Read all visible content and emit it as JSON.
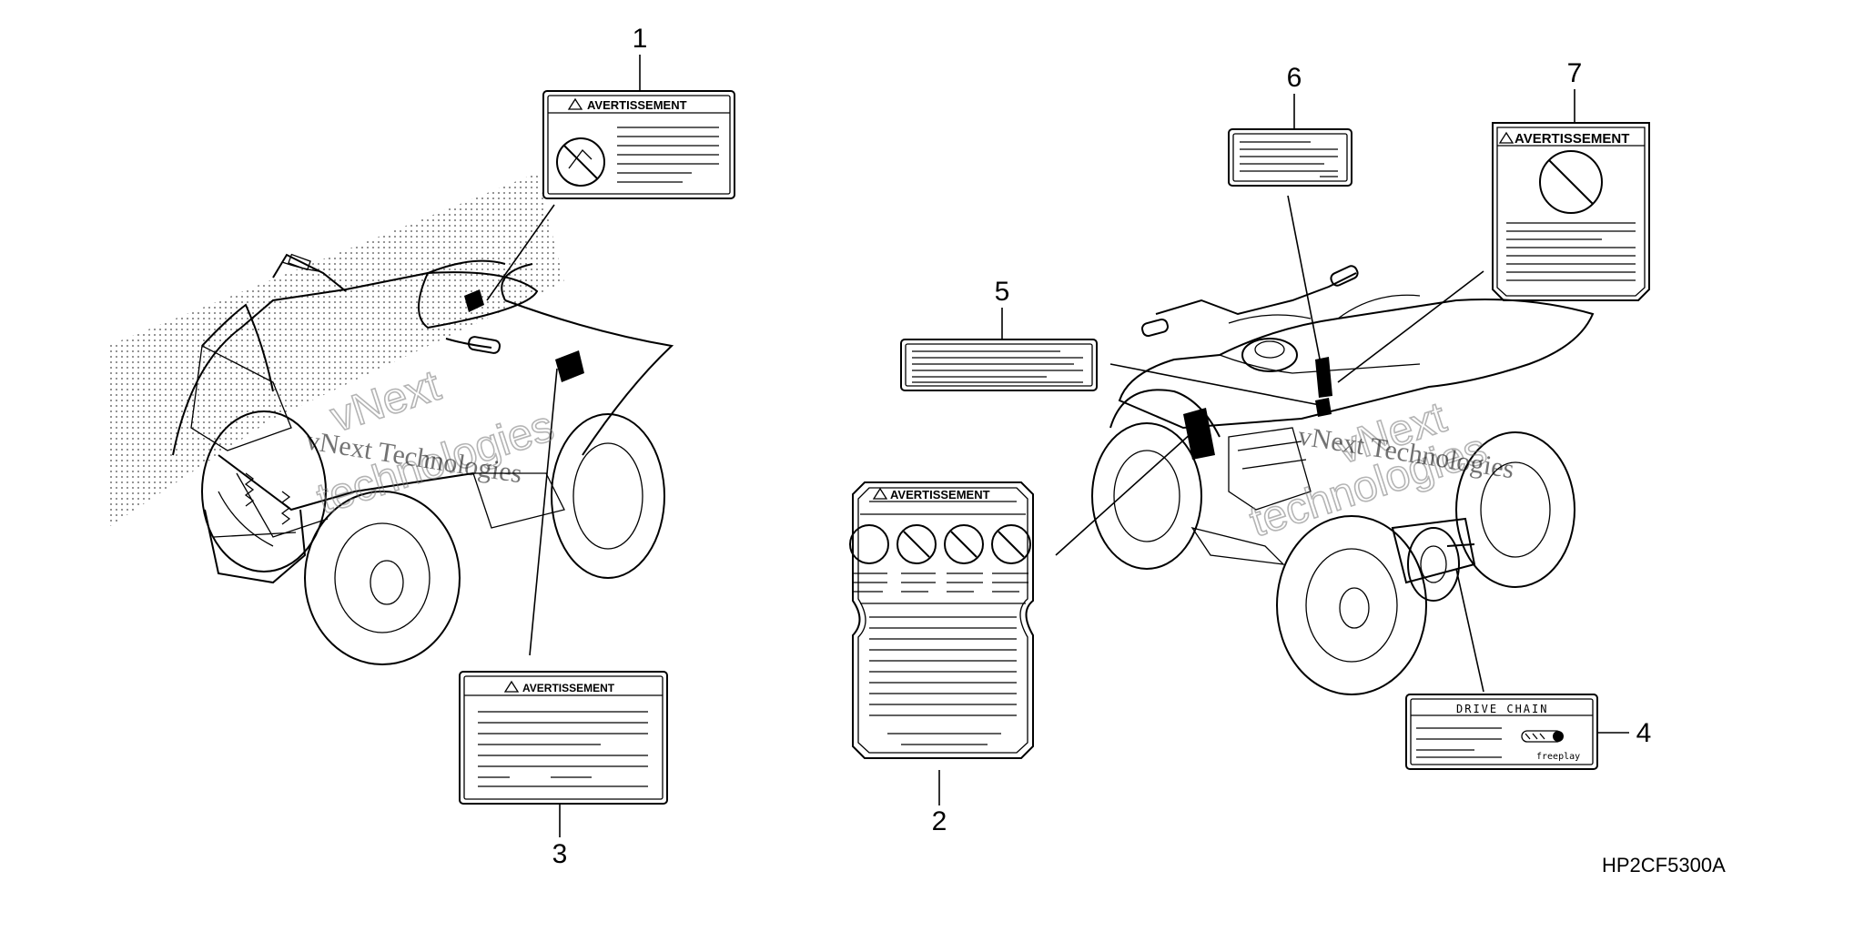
{
  "callouts": {
    "c1": "1",
    "c2": "2",
    "c3": "3",
    "c4": "4",
    "c5": "5",
    "c6": "6",
    "c7": "7"
  },
  "labels": {
    "warning_title": "AVERTISSEMENT",
    "drive_chain_title": "DRIVE CHAIN",
    "freeplay_text": "freeplay"
  },
  "watermark": {
    "line1": "vNext Technologies",
    "outline_line1": "vNext",
    "outline_line2": "technologies"
  },
  "diagram_code": "HP2CF5300A"
}
